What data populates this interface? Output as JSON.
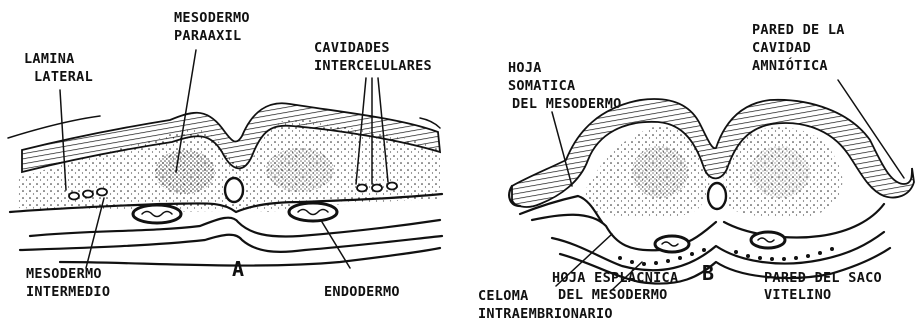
{
  "figure_a": {
    "letter": "A",
    "labels": {
      "lamina_lateral_1": "LAMINA",
      "lamina_lateral_2": "LATERAL",
      "mesodermo_paraaxil_1": "MESODERMO",
      "mesodermo_paraaxil_2": "PARAAXIL",
      "cavidades_1": "CAVIDADES",
      "cavidades_2": "INTERCELULARES",
      "mesodermo_intermedio_1": "MESODERMO",
      "mesodermo_intermedio_2": "INTERMEDIO",
      "endodermo": "ENDODERMO"
    }
  },
  "figure_b": {
    "letter": "B",
    "labels": {
      "hoja_somatica_1": "HOJA",
      "hoja_somatica_2": "SOMATICA",
      "hoja_somatica_3": "DEL MESODERMO",
      "pared_amniotica_1": "PARED DE LA",
      "pared_amniotica_2": "CAVIDAD",
      "pared_amniotica_3": "AMNIÓTICA",
      "hoja_esplacnica_1": "HOJA ESPLÁCNICA",
      "hoja_esplacnica_2": "DEL MESODERMO",
      "pared_saco_1": "PARED DEL SACO",
      "pared_saco_2": "VITELINO",
      "celoma_1": "CELOMA",
      "celoma_2": "INTRAEMBRIONARIO"
    }
  }
}
